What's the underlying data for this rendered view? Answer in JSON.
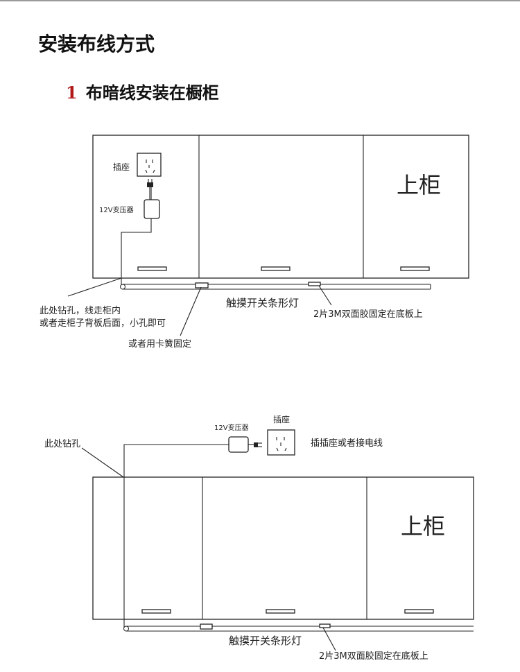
{
  "title": "安装布线方式",
  "section": {
    "number": "1",
    "title": "布暗线安装在橱柜"
  },
  "diagram1": {
    "socket_label": "插座",
    "transformer_label": "12V变压器",
    "cabinet_label": "上柜",
    "drill_note_line1": "此处钻孔，线走柜内",
    "drill_note_line2": "或者走柜子背板后面，小孔即可",
    "clip_note": "或者用卡簧固定",
    "light_label": "触摸开关条形灯",
    "tape_note": "2片3M双面胶固定在底板上"
  },
  "diagram2": {
    "socket_label": "插座",
    "transformer_label": "12V变压器",
    "socket_note": "插插座或者接电线",
    "drill_note": "此处钻孔",
    "cabinet_label": "上柜",
    "light_label": "触摸开关条形灯",
    "tape_note": "2片3M双面胶固定在底板上"
  },
  "colors": {
    "accent_number": "#b01a1a",
    "line": "#222222"
  }
}
